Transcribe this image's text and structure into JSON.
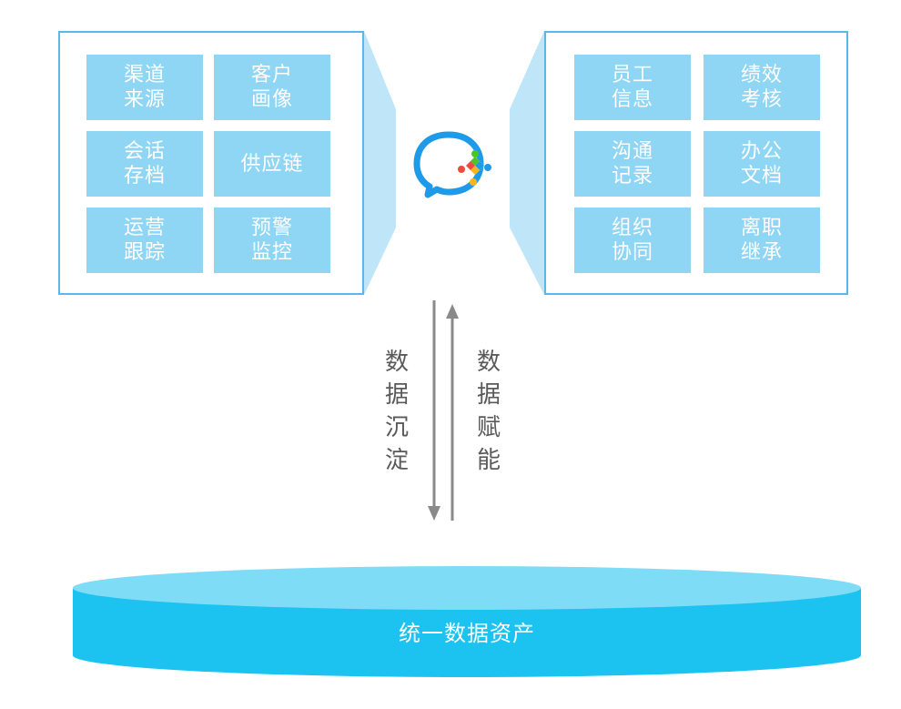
{
  "left_panel": {
    "tiles": [
      {
        "label": "渠道\n来源"
      },
      {
        "label": "客户\n画像"
      },
      {
        "label": "会话\n存档"
      },
      {
        "label": "供应链"
      },
      {
        "label": "运营\n跟踪"
      },
      {
        "label": "预警\n监控"
      }
    ]
  },
  "right_panel": {
    "tiles": [
      {
        "label": "员工\n信息"
      },
      {
        "label": "绩效\n考核"
      },
      {
        "label": "沟通\n记录"
      },
      {
        "label": "办公\n文档"
      },
      {
        "label": "组织\n协同"
      },
      {
        "label": "离职\n继承"
      }
    ]
  },
  "flow": {
    "down_label": "数据沉淀",
    "up_label": "数据赋能"
  },
  "database": {
    "label": "统一数据资产"
  },
  "colors": {
    "tile": "#8fd6f5",
    "border": "#5bb8e6",
    "wedge": "#bfe6f8",
    "db_top": "#7fdcf7",
    "db_body": "#1cc3f0",
    "arrow": "#8a8a8a",
    "icon_blue": "#1e9be8",
    "icon_red": "#ef4a3d",
    "icon_yellow": "#f8b51c",
    "icon_green": "#4bc42a"
  }
}
